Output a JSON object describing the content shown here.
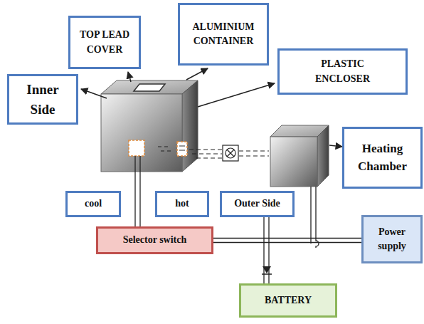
{
  "diagram": {
    "nodes": [
      {
        "text": [
          "TOP LEAD COVER"
        ]
      },
      {
        "text": [
          "ALUMINIUM CONTAINER"
        ]
      },
      {
        "text": [
          "PLASTIC ENCLOSER"
        ]
      },
      {
        "text": [
          "Inner Side"
        ]
      },
      {
        "text": [
          "Heating Chamber"
        ]
      },
      {
        "text": [
          "cool"
        ]
      },
      {
        "text": [
          "hot"
        ]
      },
      {
        "text": [
          "Outer Side"
        ]
      },
      {
        "text": [
          "Selector switch"
        ]
      },
      {
        "text": [
          "Power supply"
        ]
      },
      {
        "text": [
          "BATTERY"
        ]
      }
    ],
    "edges": [
      {
        "from": 8,
        "to": 9,
        "arrow": "none"
      },
      {
        "from": 7,
        "to": 10,
        "arrow": "none"
      }
    ]
  }
}
